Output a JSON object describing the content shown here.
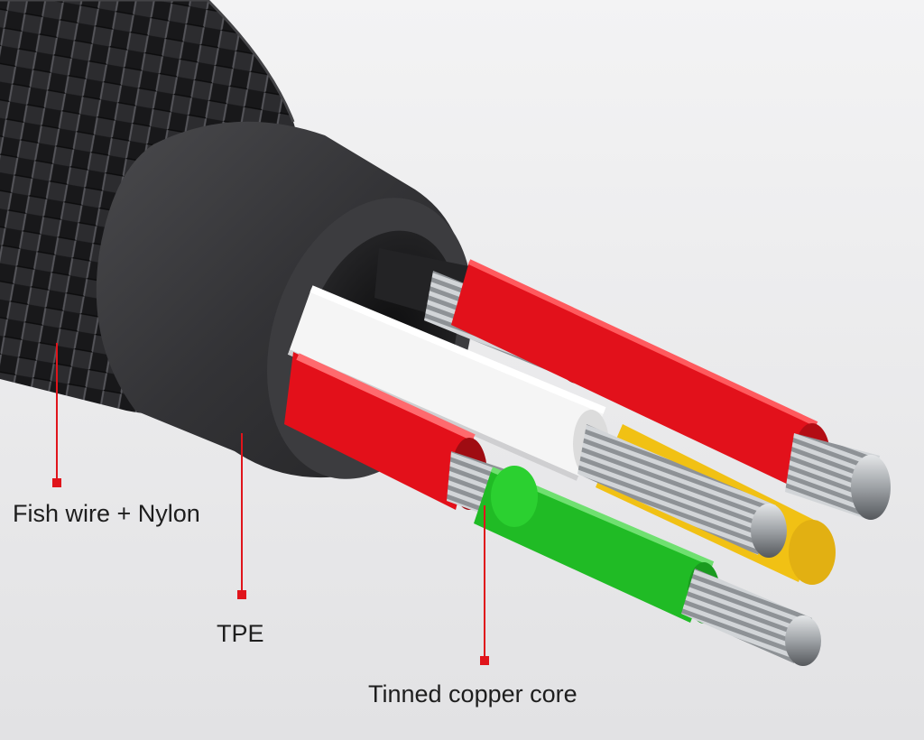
{
  "callouts": [
    {
      "id": "braid",
      "text": "Fish wire + Nylon"
    },
    {
      "id": "jacket",
      "text": "TPE"
    },
    {
      "id": "conductor",
      "text": "Tinned copper core"
    }
  ],
  "colors": {
    "background": "#e9e9ea",
    "braid": "#1d1d1f",
    "jacket": "#3a3a3c",
    "wire_red": "#e3101a",
    "wire_white": "#f4f4f4",
    "wire_yellow": "#f2c316",
    "wire_green": "#1fbb24",
    "wire_black": "#222222",
    "strands": "#b9bcc0",
    "pointer": "#e0141b",
    "label": "#1e1e1e"
  }
}
